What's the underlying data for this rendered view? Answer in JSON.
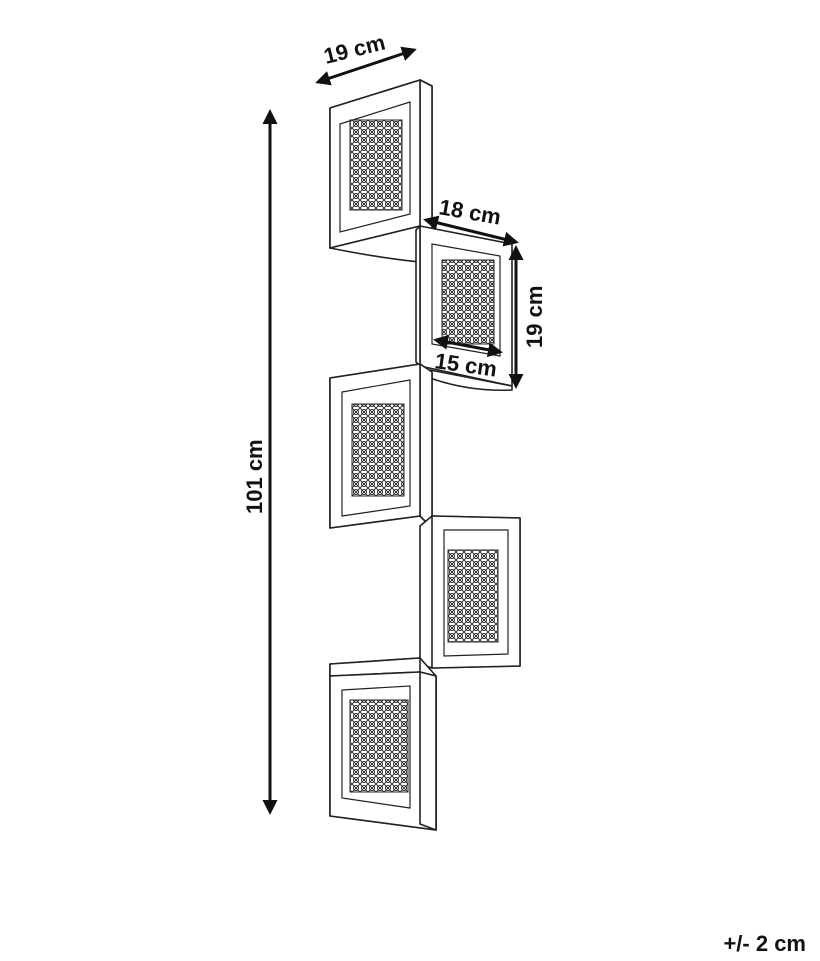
{
  "product": "corner wall shelf with rattan panels",
  "dimensions": {
    "depth_top": "19 cm",
    "width_box": "18 cm",
    "height_box": "19 cm",
    "inner_width": "15 cm",
    "total_height": "101 cm"
  },
  "tolerance": "+/- 2 cm",
  "colors": {
    "line": "#222222",
    "background": "#ffffff",
    "text": "#111111"
  },
  "icons": [
    "double-arrow-icon",
    "rattan-weave-pattern"
  ]
}
